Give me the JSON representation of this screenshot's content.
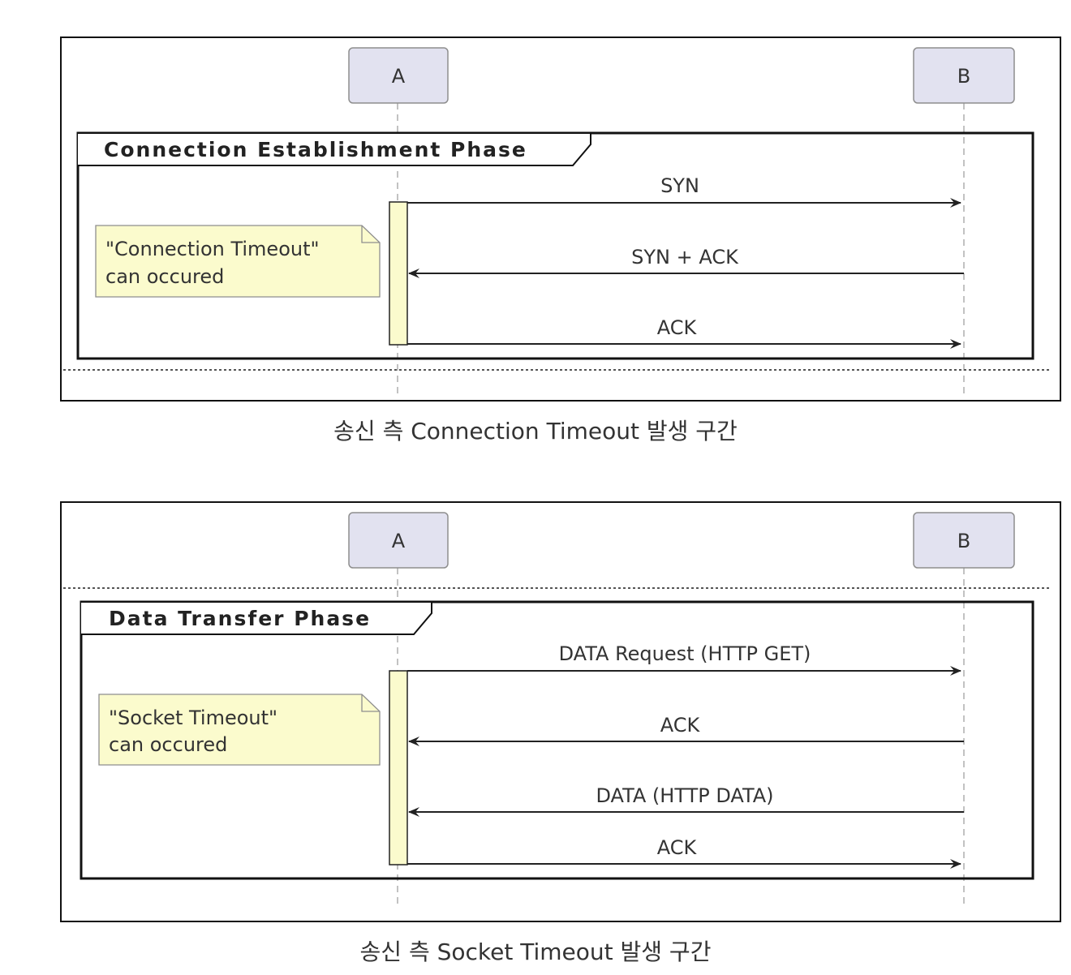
{
  "diagrams": [
    {
      "participants": [
        "A",
        "B"
      ],
      "group_label": "Connection Establishment Phase",
      "note": [
        "\"Connection Timeout\"",
        "can occured"
      ],
      "messages": [
        {
          "label": "SYN",
          "from": "A",
          "to": "B"
        },
        {
          "label": "SYN + ACK",
          "from": "B",
          "to": "A"
        },
        {
          "label": "ACK",
          "from": "A",
          "to": "B"
        }
      ],
      "caption": "송신 측 Connection Timeout 발생 구간"
    },
    {
      "participants": [
        "A",
        "B"
      ],
      "group_label": "Data Transfer Phase",
      "note": [
        "\"Socket Timeout\"",
        "can occured"
      ],
      "messages": [
        {
          "label": "DATA Request (HTTP GET)",
          "from": "A",
          "to": "B"
        },
        {
          "label": "ACK",
          "from": "B",
          "to": "A"
        },
        {
          "label": "DATA (HTTP DATA)",
          "from": "B",
          "to": "A"
        },
        {
          "label": "ACK",
          "from": "A",
          "to": "B"
        }
      ],
      "caption": "송신 측 Socket Timeout 발생 구간"
    }
  ],
  "colors": {
    "participant_fill": "#e2e2f0",
    "participant_stroke": "#8e8e8e",
    "note_fill": "#fbfbcd",
    "activation_fill": "#fbfbcd",
    "line": "#222222"
  }
}
